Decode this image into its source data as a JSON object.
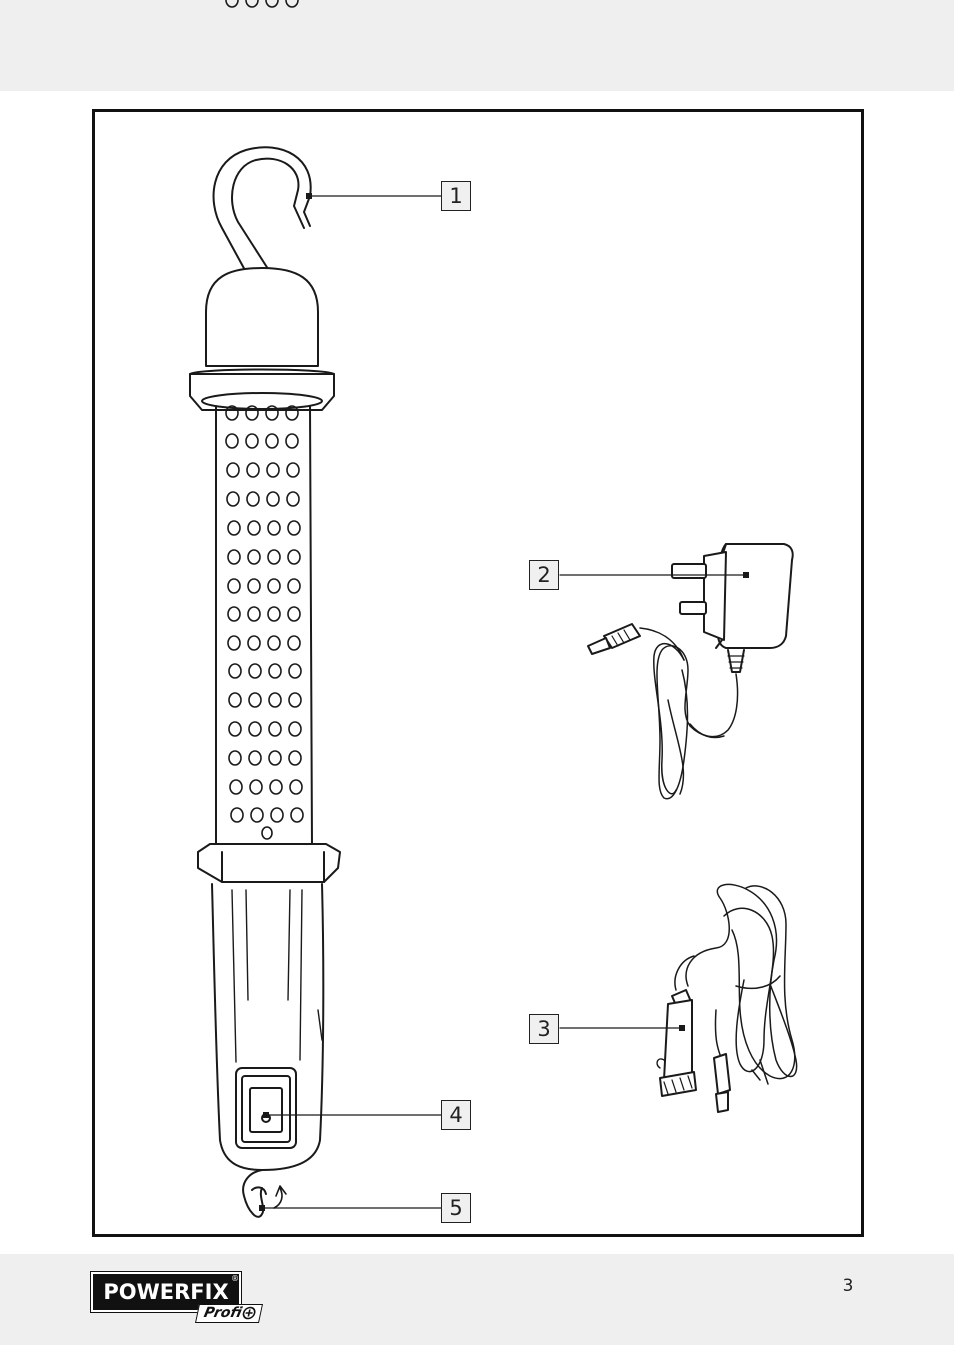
{
  "callouts": [
    "1",
    "2",
    "3",
    "4",
    "5"
  ],
  "page_number": "3",
  "brand": {
    "name": "POWERFIX",
    "registered": "®",
    "sub": "Profi"
  }
}
